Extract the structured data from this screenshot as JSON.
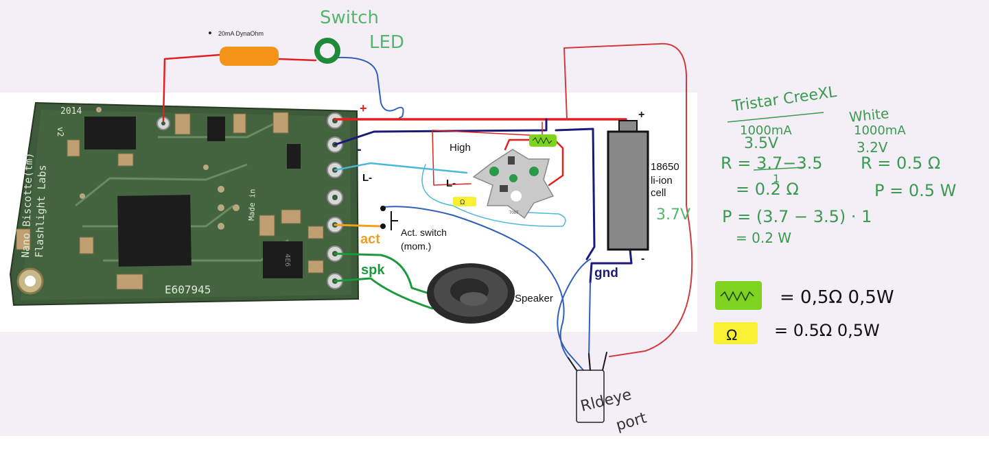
{
  "canvas_background": "#f4eef6",
  "photo_background": "#ffffff",
  "board": {
    "pcb_color": "#3d5a3a",
    "silkscreen_year": "2014",
    "silkscreen_version": "v2",
    "silkscreen_name": "Nano Biscotte(tm)",
    "silkscreen_maker": "Flashlight Labs",
    "silkscreen_made_in": "Made in",
    "serial": "E607945",
    "chip_marking": "4E6"
  },
  "labels": {
    "resistor_note": "20mA DynaOhm",
    "switch_led_1": "Switch",
    "switch_led_2": "LED",
    "plus_board": "+",
    "minus_board": "-",
    "l_minus_board": "L-",
    "l_minus_led": "L-",
    "high": "High",
    "act": "act",
    "act_switch": "Act. switch",
    "act_switch_type": "(mom.)",
    "spk": "spk",
    "speaker": "Speaker",
    "gnd": "gnd",
    "battery_plus": "+",
    "battery_minus": "-",
    "battery_model": "18650",
    "battery_type_1": "li-ion",
    "battery_type_2": "cell",
    "battery_voltage": "3.7V",
    "led_marking": "7007",
    "port_1": "Rldeye",
    "port_2": "port",
    "ohm_symbol": "Ω"
  },
  "calc_left": {
    "line1": "Tristar CreeXL",
    "line2": "1000mA",
    "line3": "3.5V",
    "line4": "R = 3.7−3.5",
    "line5": "1",
    "line6": "= 0.2 Ω",
    "line7": "P = (3.7 − 3.5) · 1",
    "line8": "= 0.2 W"
  },
  "calc_right": {
    "line1": "White",
    "line2": "1000mA",
    "line3": "3.2V",
    "line4": "R = 0.5 Ω",
    "line5": "P = 0.5 W"
  },
  "legend": [
    {
      "color": "#7ed321",
      "icon": "resistor-zigzag",
      "text": "= 0,5Ω  0,5W"
    },
    {
      "color": "#f8f032",
      "icon": "ohm-symbol",
      "text": "= 0.5Ω  0,5W"
    }
  ],
  "colors": {
    "red_wire": "#e02020",
    "blue_wire": "#2f5fb8",
    "navy_wire": "#1a1a7a",
    "cyan_wire": "#4ab8d8",
    "orange_wire": "#f0a020",
    "green_wire": "#1a9a3a",
    "ink_green": "#3a9a50",
    "resistor_orange": "#f39318",
    "led_ring_green": "#1e8a3a"
  }
}
